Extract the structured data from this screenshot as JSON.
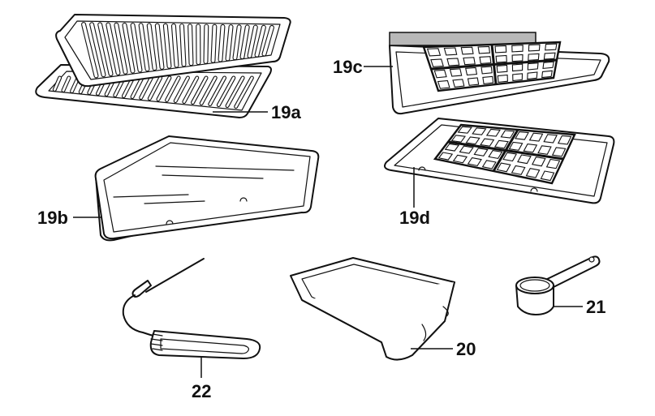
{
  "callouts": {
    "c19a": "19a",
    "c19b": "19b",
    "c19c": "19c",
    "c19d": "19d",
    "c20": "20",
    "c21": "21",
    "c22": "22"
  }
}
